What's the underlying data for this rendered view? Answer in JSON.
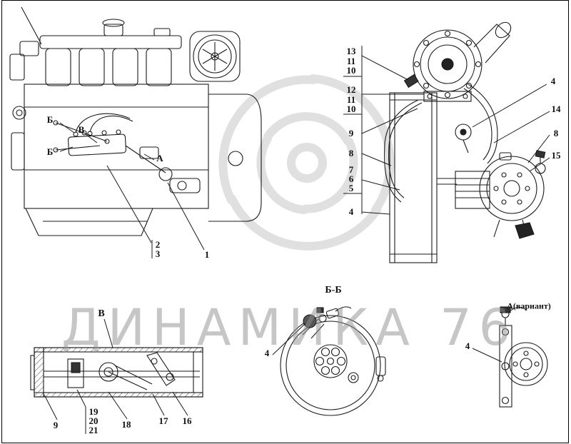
{
  "watermark": {
    "text": "ДИНАМИКА 76"
  },
  "colors": {
    "line": "#1a1a1a",
    "watermark_gray": "#8f8f8f",
    "swirl_gray": "#c7c7c7"
  },
  "icons": {
    "swirl": "brand-swirl-watermark"
  },
  "left_column": {
    "c13": "13",
    "c11a": "11",
    "c10a": "10",
    "c12": "12",
    "c11b": "11",
    "c10b": "10",
    "c9": "9",
    "c8": "8",
    "c7": "7",
    "c6": "6",
    "c5": "5",
    "c4": "4"
  },
  "right_column": {
    "c4": "4",
    "c14": "14",
    "c8": "8",
    "c15": "15"
  },
  "engine_view": {
    "b_top": "Б",
    "v": "В",
    "b_bottom": "Б",
    "a": "А",
    "c2": "2",
    "c3": "3",
    "c1": "1"
  },
  "section_v": {
    "title": "В",
    "c9": "9",
    "c19": "19",
    "c20": "20",
    "c21": "21",
    "c18": "18",
    "c17": "17",
    "c16": "16"
  },
  "section_bb": {
    "title": "Б-Б",
    "c4": "4"
  },
  "variant_a": {
    "title": "А(вариант)",
    "c4": "4"
  }
}
